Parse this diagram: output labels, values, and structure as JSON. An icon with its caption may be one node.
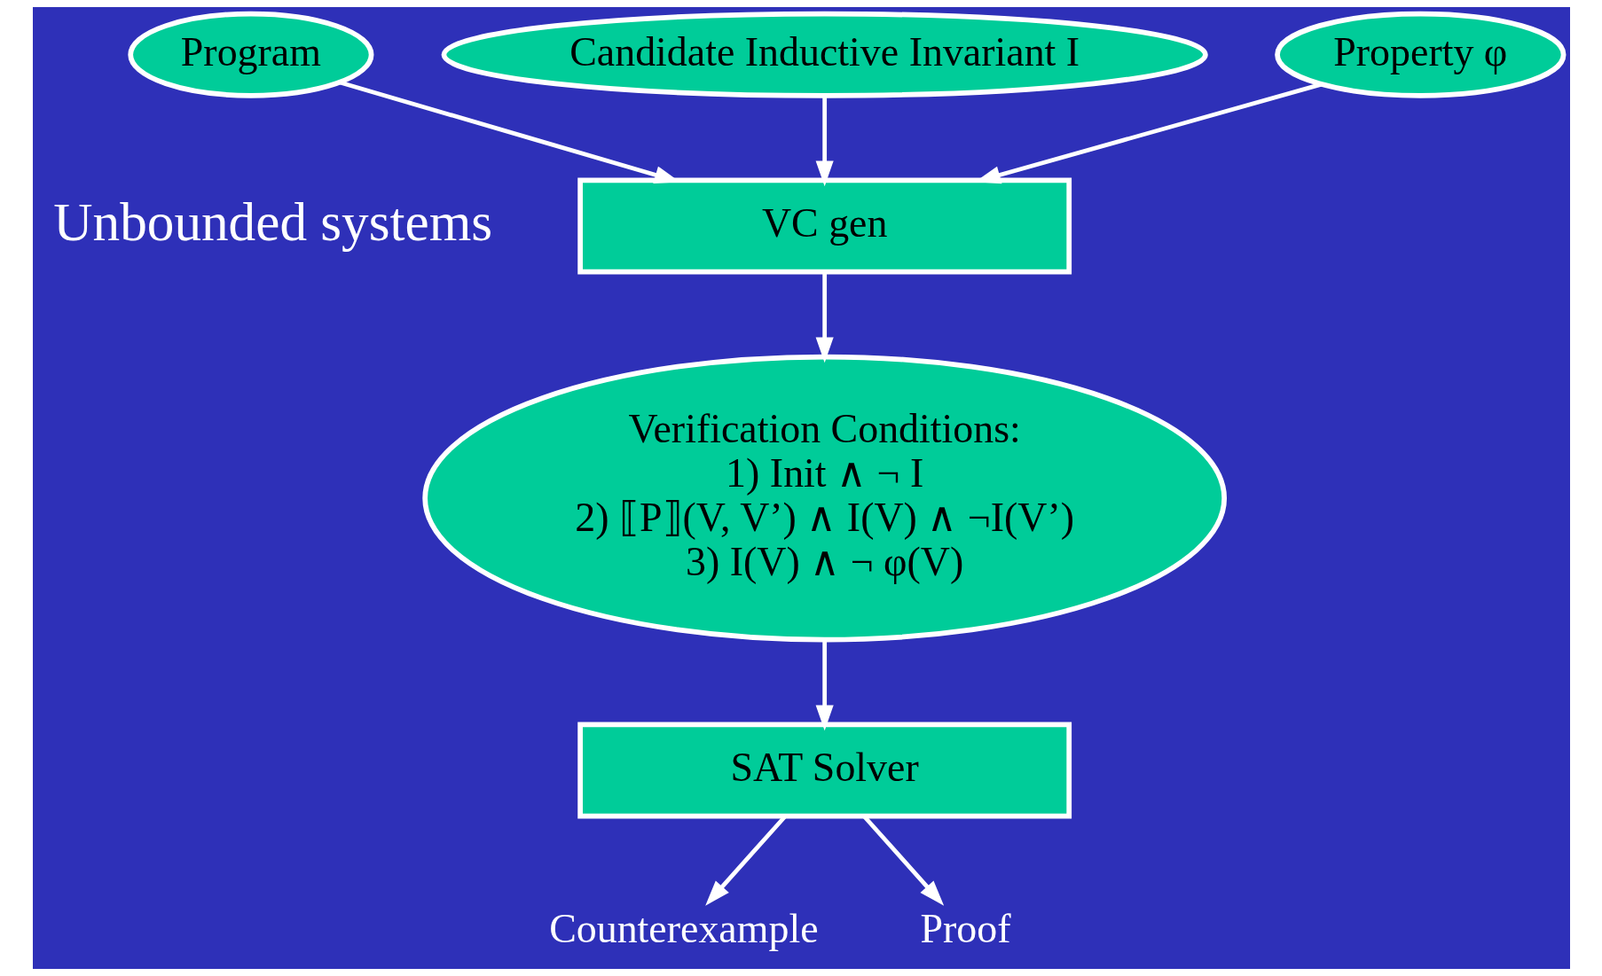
{
  "diagram": {
    "nodes": [
      {
        "text": [
          "Program"
        ]
      },
      {
        "text": [
          "Candidate Inductive Invariant I"
        ]
      },
      {
        "text": [
          "Property φ"
        ]
      },
      {
        "text": [
          "VC gen"
        ]
      },
      {
        "text": [
          "Verification Conditions:",
          "1) Init ∧ ¬ I",
          "2) ⟦P⟧(V, V’) ∧ I(V) ∧ ¬I(V’)",
          "3) I(V) ∧ ¬ φ(V)"
        ]
      },
      {
        "text": [
          "SAT Solver"
        ]
      },
      {
        "text": [
          "Counterexample"
        ]
      },
      {
        "text": [
          "Proof"
        ]
      }
    ],
    "edges": [
      {
        "from": 0,
        "to": 3,
        "arrow": "to"
      },
      {
        "from": 1,
        "to": 3,
        "arrow": "to"
      },
      {
        "from": 2,
        "to": 3,
        "arrow": "to"
      },
      {
        "from": 3,
        "to": 4,
        "arrow": "to"
      },
      {
        "from": 4,
        "to": 5,
        "arrow": "to"
      },
      {
        "from": 5,
        "to": 6,
        "arrow": "to"
      },
      {
        "from": 5,
        "to": 7,
        "arrow": "to"
      }
    ],
    "labels": [
      "Unbounded systems"
    ]
  }
}
